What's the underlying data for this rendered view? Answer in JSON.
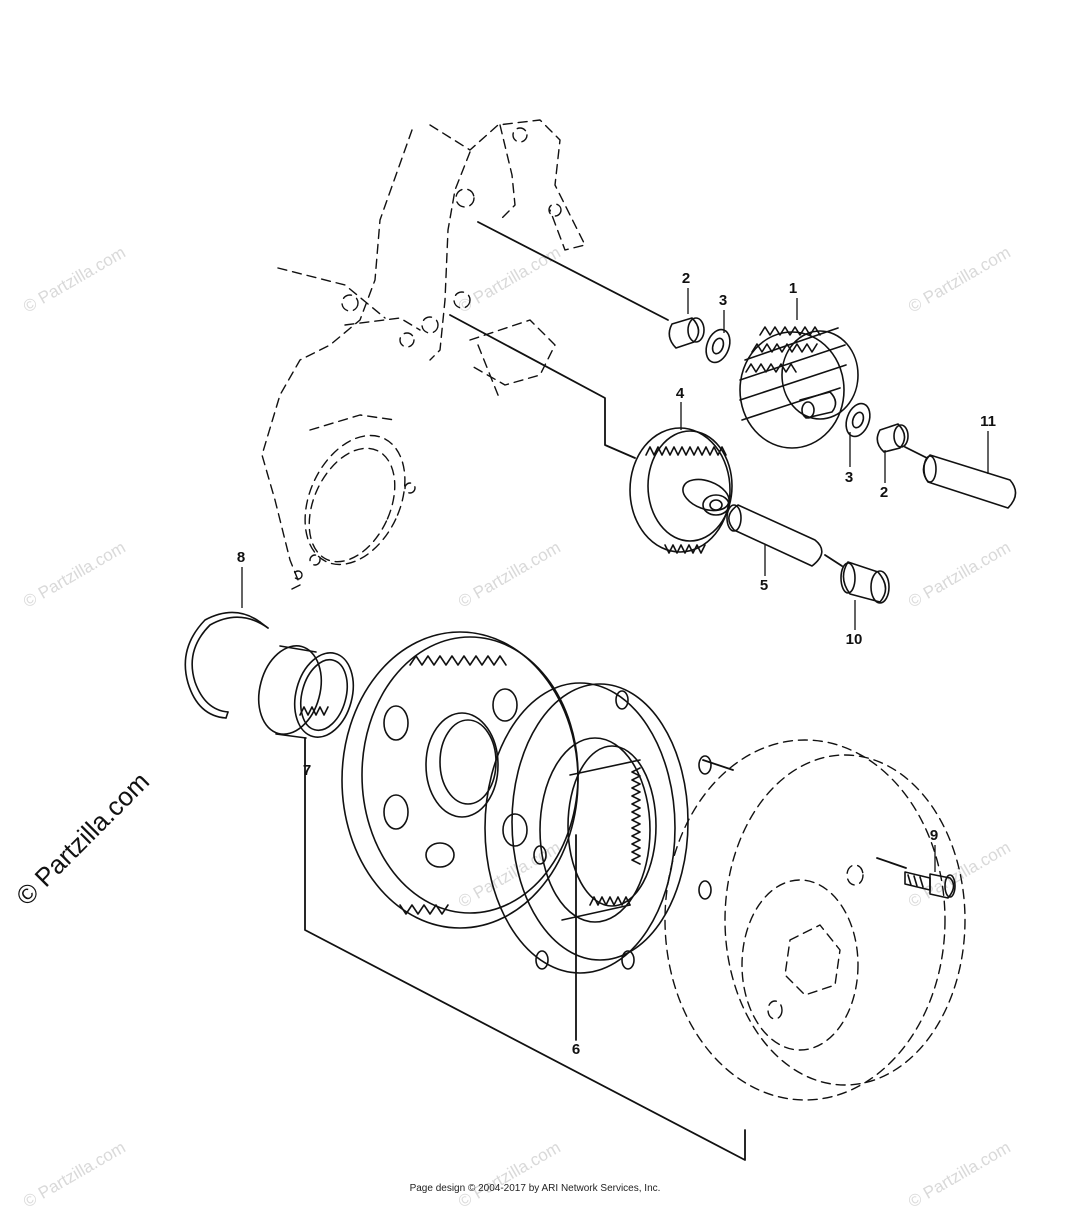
{
  "watermark": {
    "text": "© Partzilla.com",
    "main_text": "© Partzilla.com"
  },
  "callouts": {
    "c1": "1",
    "c2a": "2",
    "c2b": "2",
    "c3a": "3",
    "c3b": "3",
    "c4": "4",
    "c5": "5",
    "c6": "6",
    "c7": "7",
    "c8": "8",
    "c9": "9",
    "c10": "10",
    "c11": "11"
  },
  "footer": {
    "text": "Page design © 2004-2017 by ARI Network Services, Inc."
  },
  "colors": {
    "line": "#111111",
    "watermark": "#d9d9d9",
    "background": "#ffffff"
  }
}
